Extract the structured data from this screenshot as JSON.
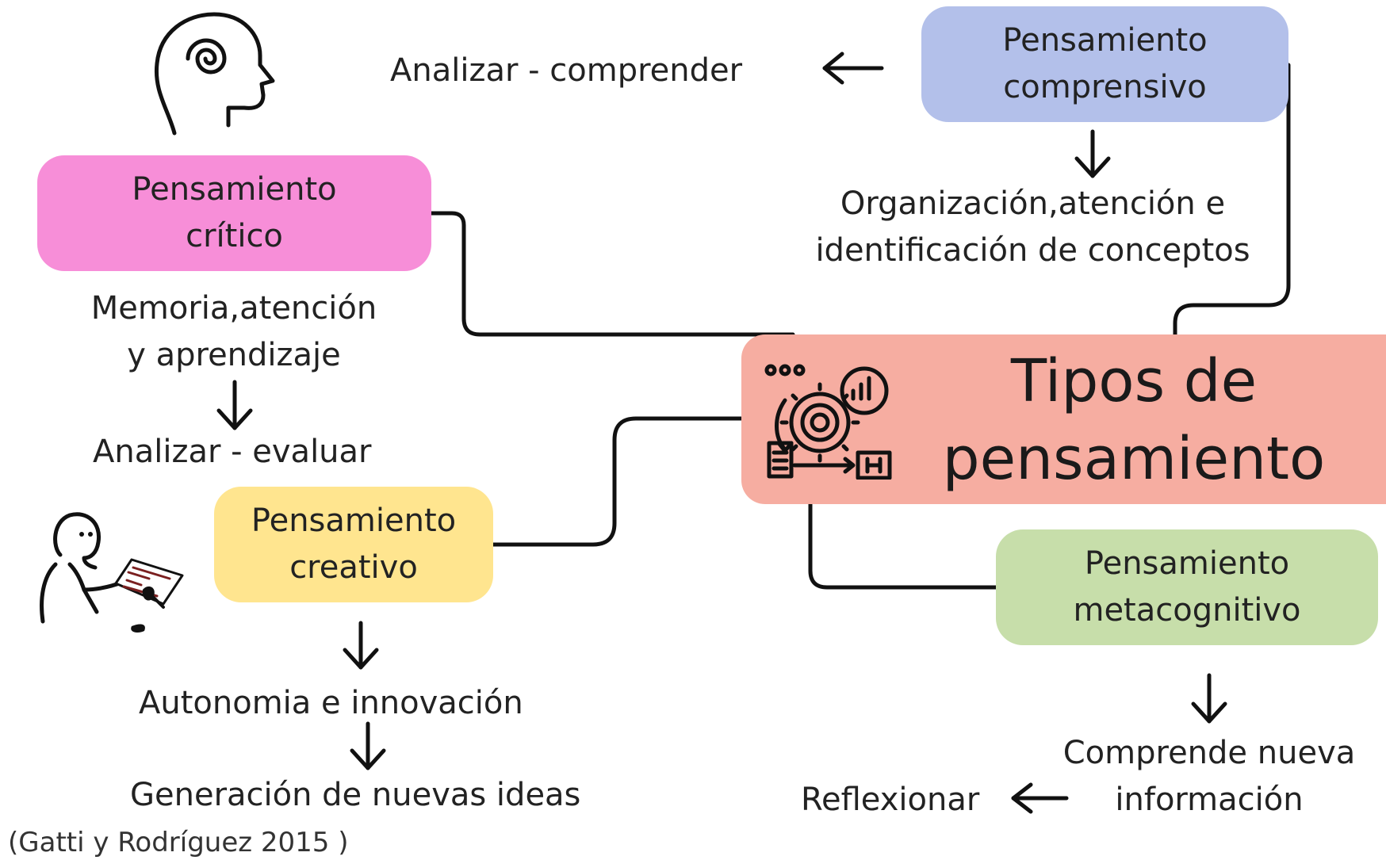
{
  "nodes": {
    "central": {
      "lines": [
        "Tipos de",
        "pensamiento"
      ]
    },
    "comprensivo": {
      "lines": [
        "Pensamiento",
        "comprensivo"
      ],
      "color": "#b3c0ea"
    },
    "critico": {
      "lines": [
        "Pensamiento",
        "crítico"
      ],
      "color": "#f78ed8"
    },
    "creativo": {
      "lines": [
        "Pensamiento",
        "creativo"
      ],
      "color": "#ffe58f"
    },
    "metacognitivo": {
      "lines": [
        "Pensamiento",
        "metacognitivo"
      ],
      "color": "#c7deaa"
    }
  },
  "central_color": "#f6ada1",
  "labels": {
    "analizar_comprender": "Analizar - comprender",
    "organizacion": [
      "Organización,atención e",
      "identificación de conceptos"
    ],
    "memoria": [
      "Memoria,atención",
      "y aprendizaje"
    ],
    "analizar_evaluar": "Analizar - evaluar",
    "autonomia": "Autonomia e innovación",
    "generacion": "Generación de nuevas ideas",
    "comprende": [
      "Comprende nueva",
      "información"
    ],
    "reflexionar": "Reflexionar"
  },
  "citation": "(Gatti y Rodríguez 2015 )",
  "icons": [
    "head-spiral-icon",
    "gear-process-icon",
    "person-reading-icon"
  ]
}
